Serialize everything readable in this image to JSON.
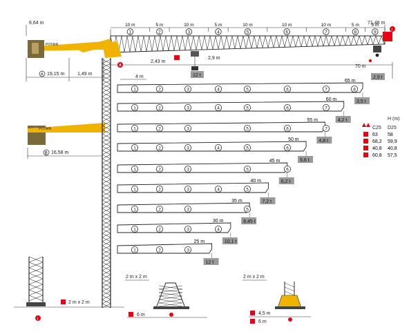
{
  "top_dims": {
    "left_height": "6,64 m",
    "total_reach": "71,48 m",
    "segments": [
      "10 m",
      "5 m",
      "10 m",
      "5 m",
      "10 m",
      "10 m",
      "10 m",
      "5 m",
      "5 m"
    ],
    "segment_numbers": [
      "1",
      "2",
      "3",
      "4",
      "5",
      "6",
      "7",
      "8",
      "9"
    ],
    "hook_offset": "2,43 m",
    "hook_height": "2,9 m",
    "tip_load_main": "12 t",
    "min_radius": "4 m",
    "tip_reach": "70 m",
    "tip_load": "2,9 t"
  },
  "counter_jib": {
    "brand": "POTAIN",
    "a_label": "A",
    "a_value": "19,15 m",
    "a_offset": "1,49 m",
    "b_label": "B",
    "b_value": "16,58 m"
  },
  "jib_configs": [
    {
      "reach": "65 m",
      "segments": [
        "1",
        "2",
        "3",
        "4",
        "5",
        "6",
        "7",
        "8"
      ],
      "load": "3,5 t"
    },
    {
      "reach": "60 m",
      "segments": [
        "1",
        "2",
        "3",
        "4",
        "5",
        "6",
        "7"
      ],
      "load": "4,2 t"
    },
    {
      "reach": "55 m",
      "segments": [
        "1",
        "2",
        "3",
        "5",
        "6",
        "7"
      ],
      "load": "4,8 t"
    },
    {
      "reach": "50 m",
      "segments": [
        "1",
        "2",
        "3",
        "4",
        "5",
        "6"
      ],
      "load": "5,6 t"
    },
    {
      "reach": "45 m",
      "segments": [
        "1",
        "2",
        "3",
        "5",
        "6"
      ],
      "load": "6,2 t"
    },
    {
      "reach": "40 m",
      "segments": [
        "1",
        "2",
        "3",
        "4",
        "5"
      ],
      "load": "7,2 t"
    },
    {
      "reach": "35 m",
      "segments": [
        "1",
        "2",
        "3",
        "5"
      ],
      "load": "8,45 t"
    },
    {
      "reach": "30 m",
      "segments": [
        "1",
        "2",
        "3",
        "4"
      ],
      "load": "10,1 t"
    },
    {
      "reach": "25 m",
      "segments": [
        "1",
        "2",
        "3"
      ],
      "load": "12 t"
    }
  ],
  "height_table": {
    "title": "H (m)",
    "headers": [
      "C25",
      "D25"
    ],
    "rows": [
      {
        "icon": "fixed-base-icon",
        "c25": "63",
        "d25": "58"
      },
      {
        "icon": "travelling-base-icon",
        "c25": "68,2",
        "d25": "59,9"
      },
      {
        "icon": "crossbase-icon",
        "c25": "40,8",
        "d25": "40,8"
      },
      {
        "icon": "anchor-base-icon",
        "c25": "60,8",
        "d25": "57,5"
      }
    ]
  },
  "bases": {
    "left_base": "2 m x 2 m",
    "mid_top": "2 m x 2 m",
    "mid_bottom": "6 m",
    "right_top": "2 m x 2 m",
    "right_mid": "4,5 m",
    "right_bottom": "6 m"
  },
  "colors": {
    "accent_red": "#e30613",
    "crane_yellow": "#f0b400",
    "label_gray": "#9a9a9a"
  }
}
